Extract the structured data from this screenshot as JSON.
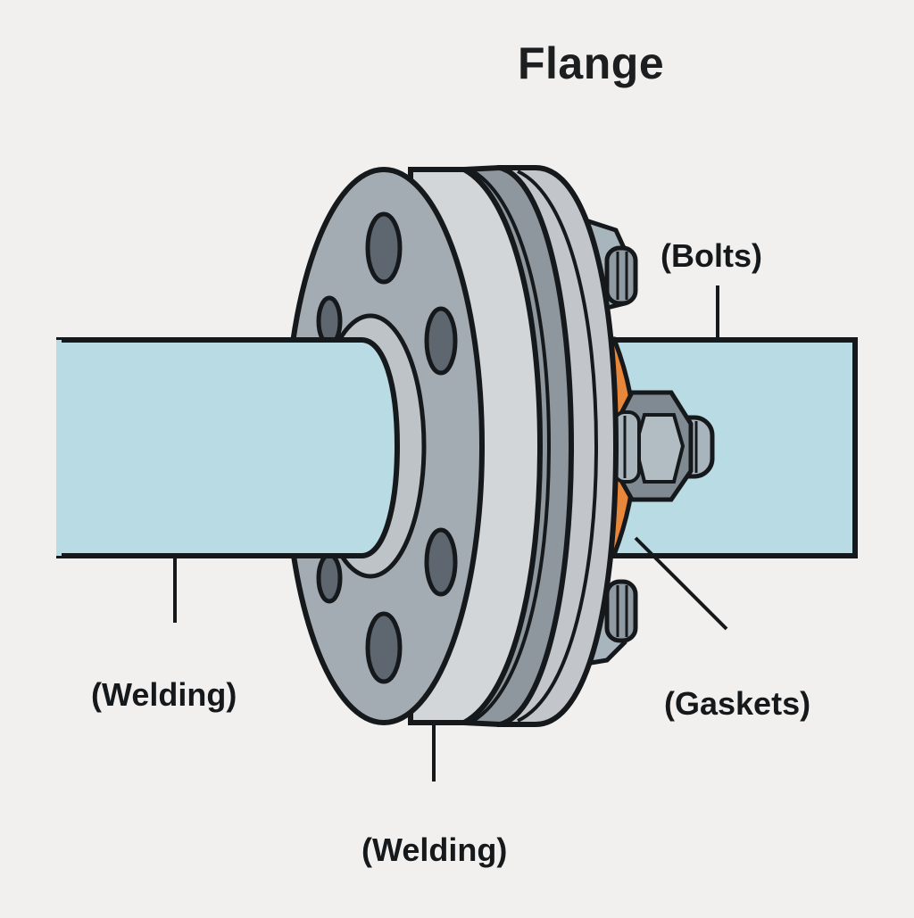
{
  "diagram": {
    "title": "Flange",
    "labels": {
      "bolts": "(Bolts)",
      "welding_left": "(Welding)",
      "gaskets": "(Gaskets)",
      "welding_bottom": "(Welding)"
    },
    "components": [
      {
        "name": "pipe-left",
        "depicts": "pipe segment"
      },
      {
        "name": "pipe-right",
        "depicts": "pipe segment"
      },
      {
        "name": "flange-front",
        "depicts": "weld neck flange with 6 bolt holes"
      },
      {
        "name": "flange-back",
        "depicts": "mating flange"
      },
      {
        "name": "gasket",
        "depicts": "gasket between flanges"
      },
      {
        "name": "bolts",
        "depicts": "bolts with hex nut"
      }
    ],
    "colors": {
      "background": "#f1f0ee",
      "pipe": "#b9dbe3",
      "flange_face": "#a4acb3",
      "flange_rim": "#d3d6d9",
      "bolt_hole": "#5e676f",
      "gasket": "#e8873a",
      "outline": "#16191c"
    }
  }
}
